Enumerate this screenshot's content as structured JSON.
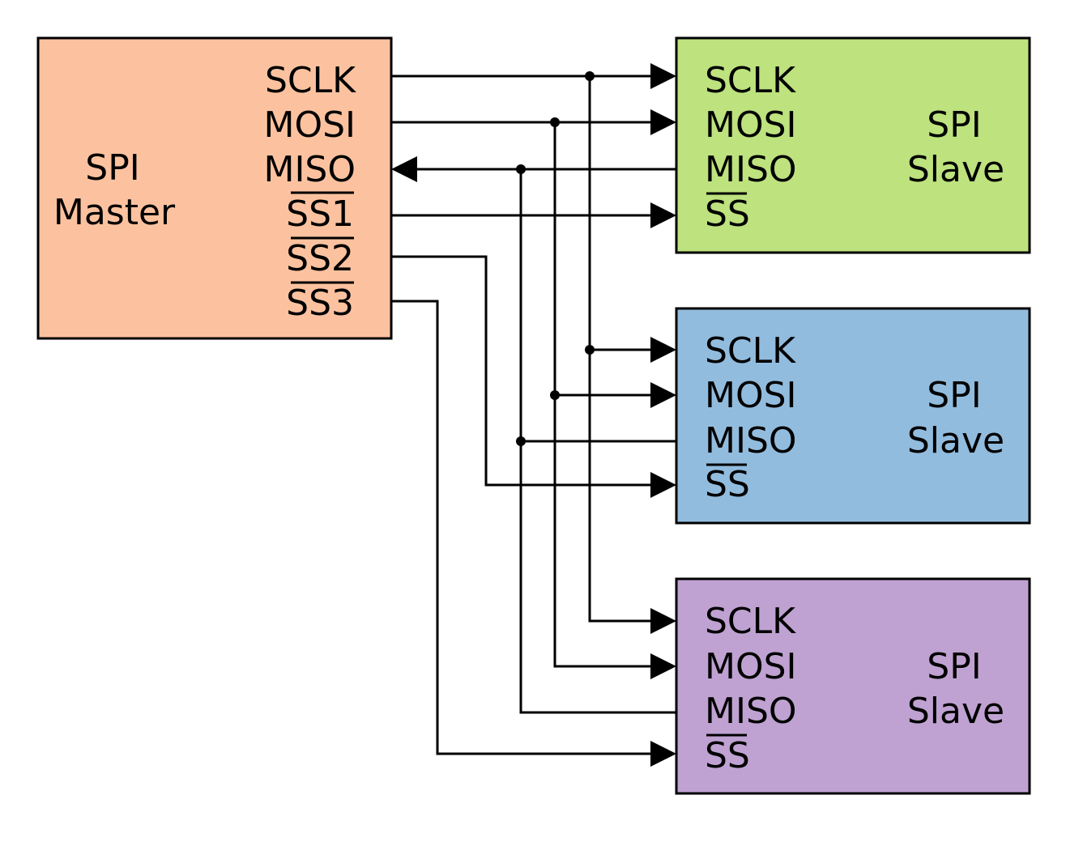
{
  "master": {
    "title_line1": "SPI",
    "title_line2": "Master",
    "color": "#fcc29f",
    "pins": {
      "sclk": "SCLK",
      "mosi": "MOSI",
      "miso": "MISO",
      "ss1": "SS1",
      "ss2": "SS2",
      "ss3": "SS3"
    }
  },
  "slaves": [
    {
      "title_line1": "SPI",
      "title_line2": "Slave",
      "color": "#bde27e",
      "pins": {
        "sclk": "SCLK",
        "mosi": "MOSI",
        "miso": "MISO",
        "ss": "SS"
      }
    },
    {
      "title_line1": "SPI",
      "title_line2": "Slave",
      "color": "#92bcde",
      "pins": {
        "sclk": "SCLK",
        "mosi": "MOSI",
        "miso": "MISO",
        "ss": "SS"
      }
    },
    {
      "title_line1": "SPI",
      "title_line2": "Slave",
      "color": "#bfa2d2",
      "pins": {
        "sclk": "SCLK",
        "mosi": "MOSI",
        "miso": "MISO",
        "ss": "SS"
      }
    }
  ]
}
